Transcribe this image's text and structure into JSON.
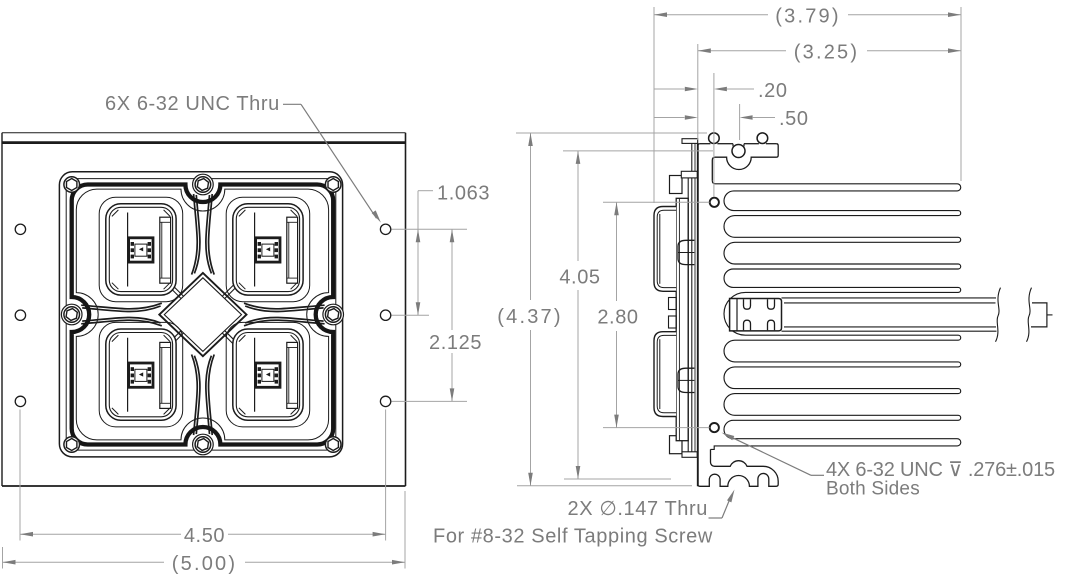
{
  "drawing": {
    "background": "#ffffff",
    "geometry_color": "#1c1c1c",
    "dimension_color": "#7c7c7c"
  },
  "front_view": {
    "callout_holes": "6X 6-32 UNC  Thru",
    "dim_row1": "1.063",
    "dim_row2": "2.125",
    "dim_hole_span": "4.50",
    "dim_overall_w": "(5.00)"
  },
  "side_view": {
    "dim_overall_depth": "(3.79)",
    "dim_hs_depth": "(3.25)",
    "dim_hole_offset": ".20",
    "dim_chan_offset": ".50",
    "dim_overall_h": "(4.37)",
    "dim_channel_span": "4.05",
    "dim_hole_spacing": "2.80",
    "callout_tapped": "4X 6-32 UNC  ⊽ .276±.015",
    "callout_tapped2": "Both Sides",
    "callout_thru": "2X ∅.147 Thru",
    "callout_thru2": "For #8-32 Self Tapping Screw"
  }
}
